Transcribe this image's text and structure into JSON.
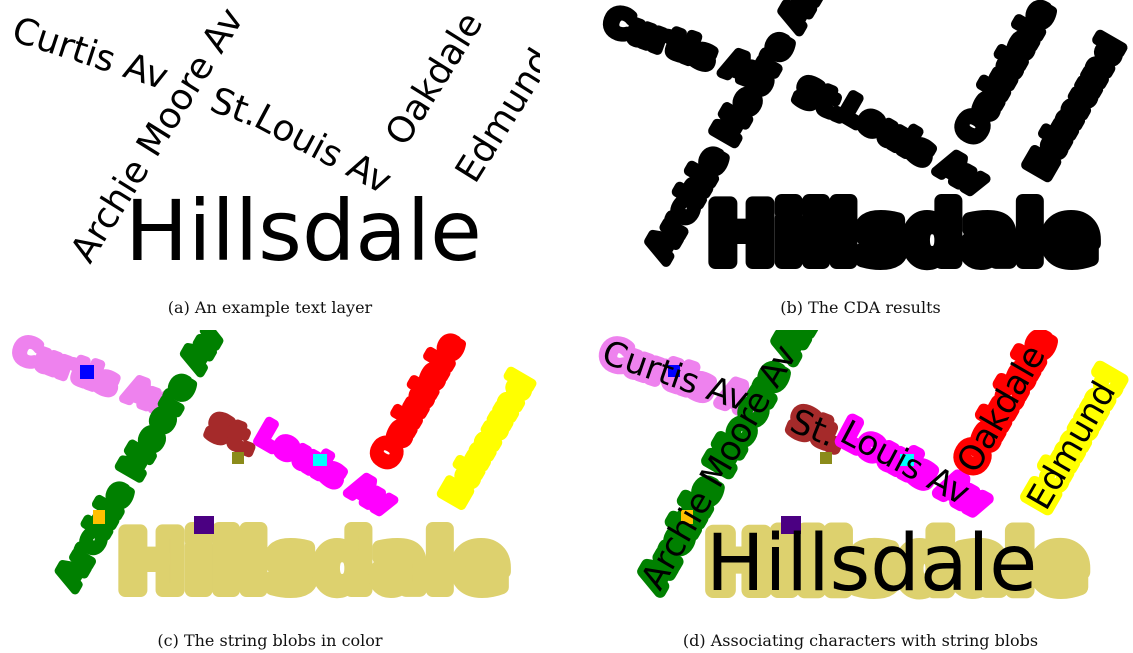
{
  "figure": {
    "panels": [
      {
        "id": "a",
        "caption": "(a) An example text layer"
      },
      {
        "id": "b",
        "caption": "(b) The CDA results"
      },
      {
        "id": "c",
        "caption": "(c) The string blobs in color"
      },
      {
        "id": "d",
        "caption": "(d) Associating characters with string blobs"
      }
    ]
  },
  "labels": {
    "curtis": "Curtis Av",
    "archie": "Archie Moore Av",
    "st": "St.",
    "louis": "Louis Av",
    "oakdale": "Oakdale",
    "edmund": "Edmund",
    "hillsdale": "Hillsdale"
  },
  "colors": {
    "curtis": "#ee82ee",
    "archie": "#008000",
    "st": "#a52a2a",
    "louis": "#ff00ff",
    "oakdale": "#ff0000",
    "edmund": "#ffff00",
    "hillsdale": "#ddd16e",
    "marker_curtis": "#0000ff",
    "marker_louis": "#00ffff",
    "marker_st": "#8b8b1a",
    "marker_archie": "#ffc000",
    "marker_hillsdale": "#4b0082"
  }
}
